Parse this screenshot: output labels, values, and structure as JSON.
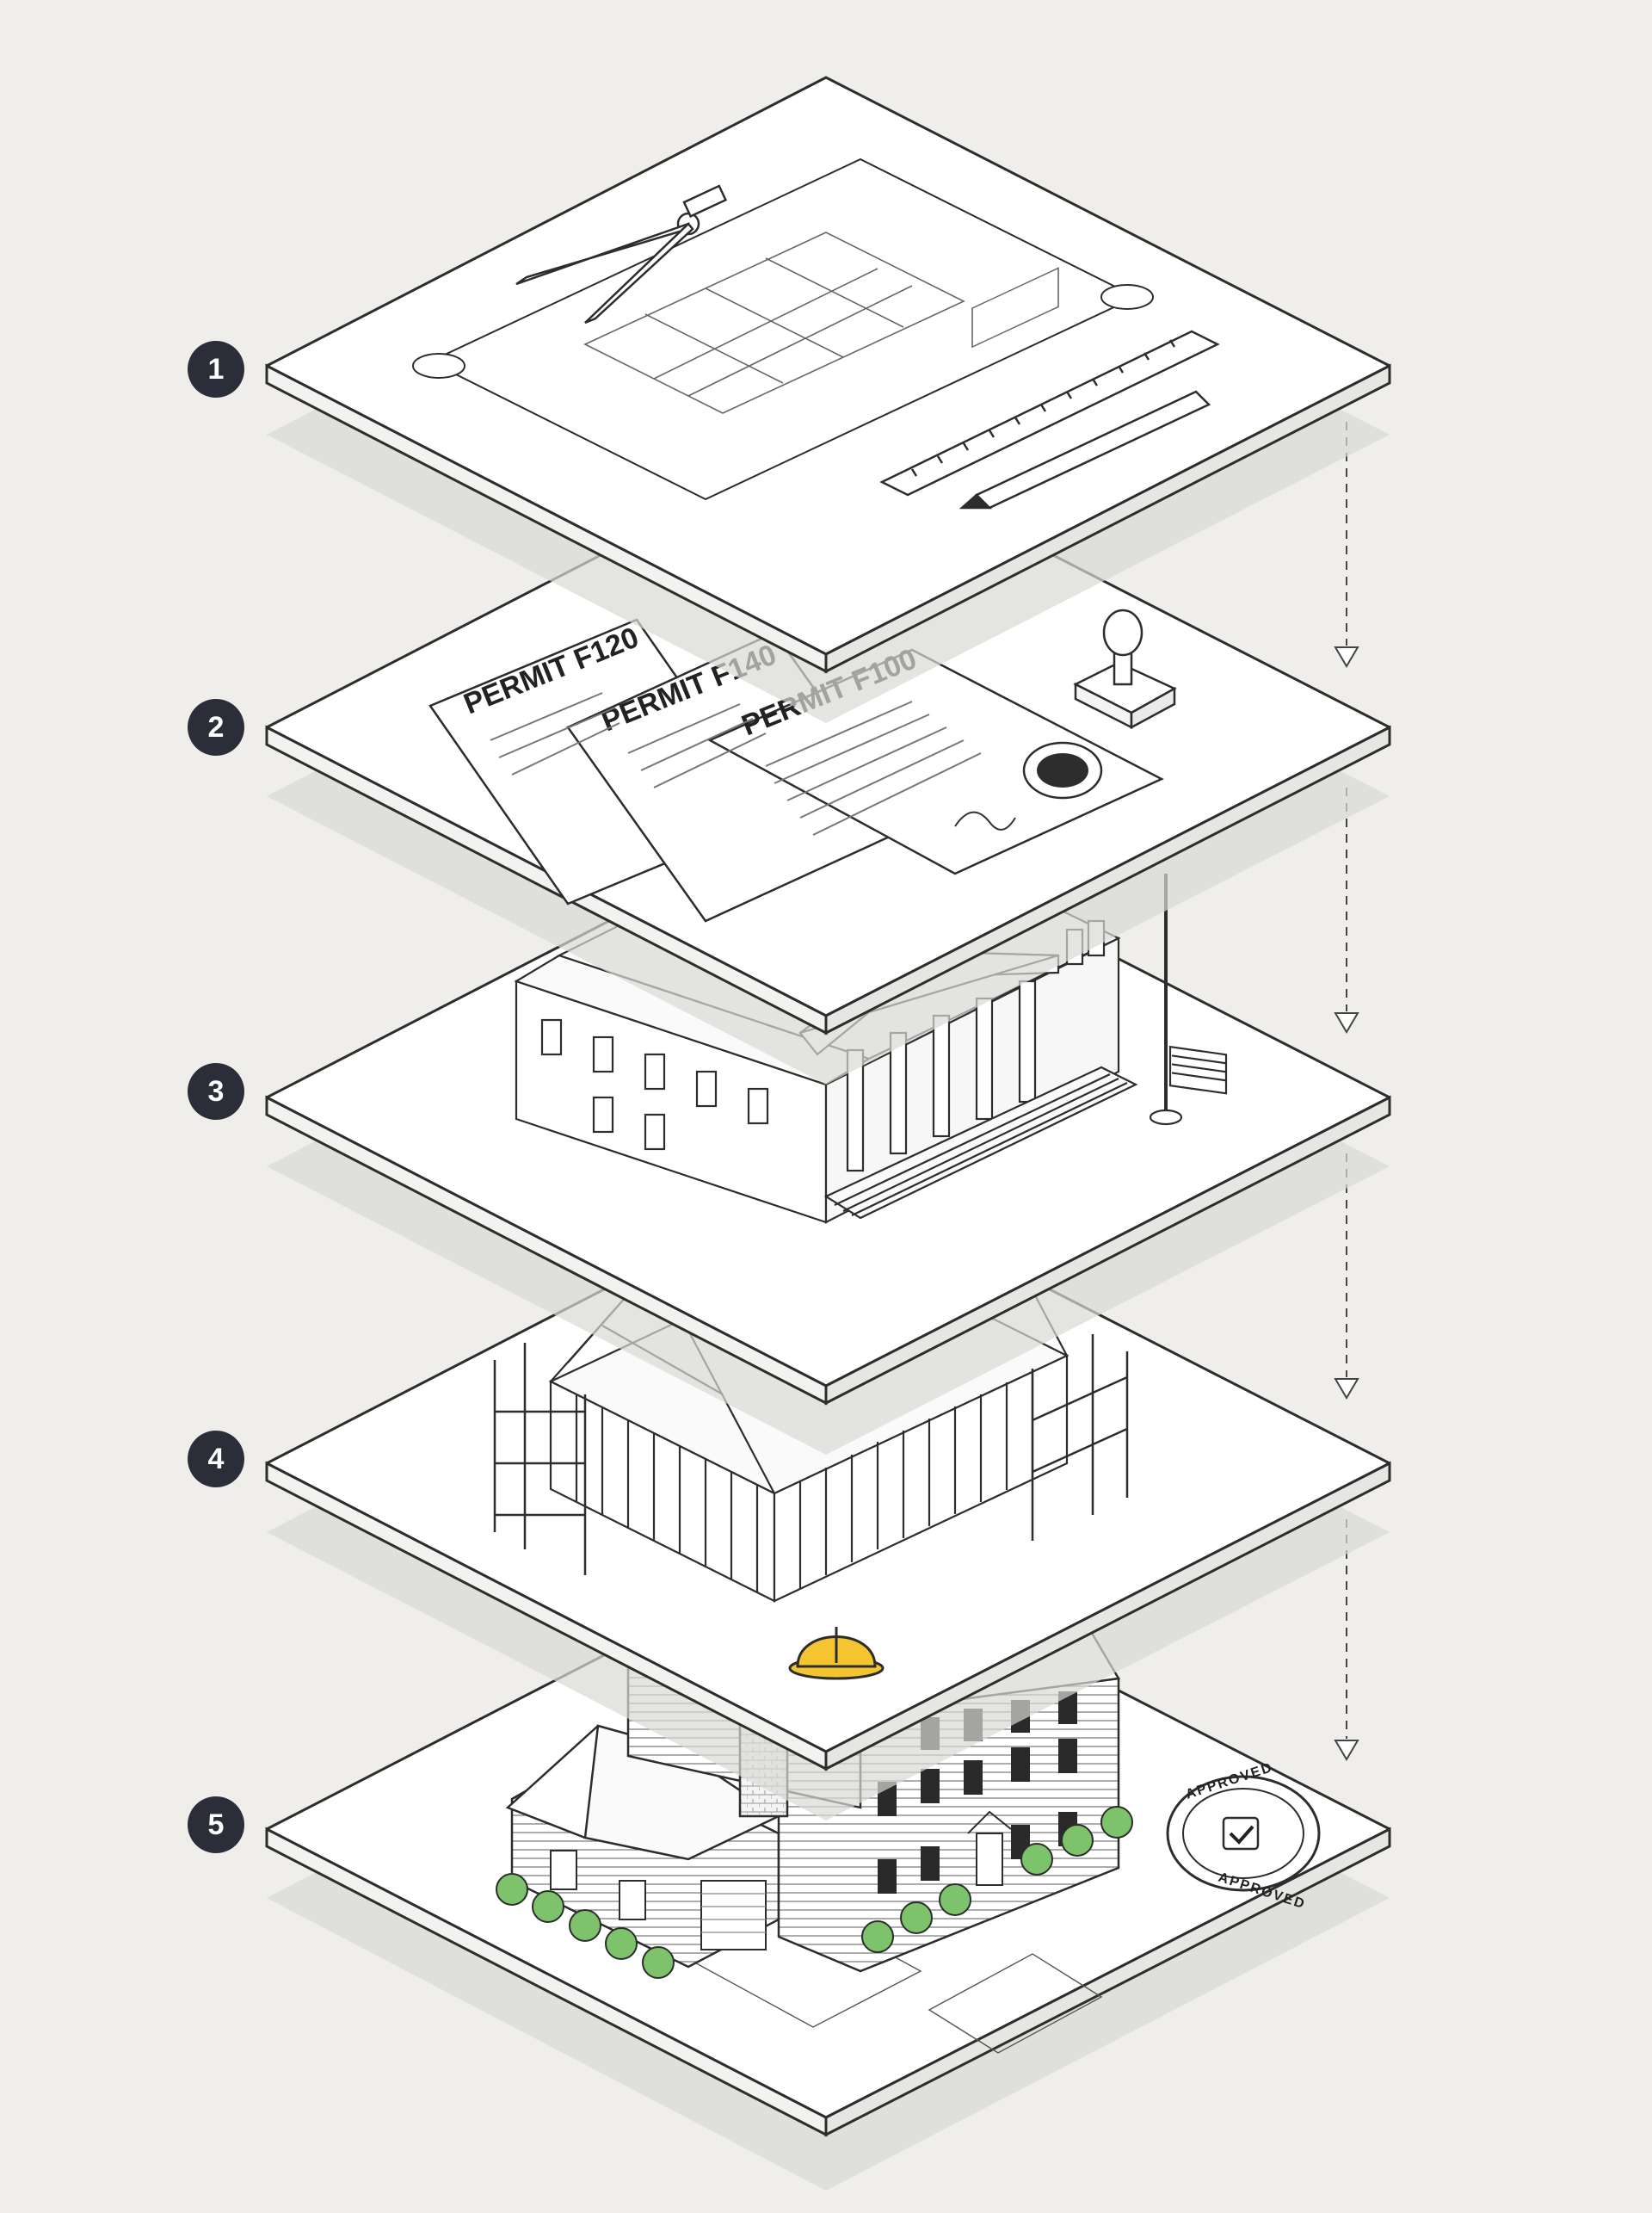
{
  "steps": [
    {
      "number": "1",
      "icon": "blueprint-icon"
    },
    {
      "number": "2",
      "icon": "permit-documents-icon"
    },
    {
      "number": "3",
      "icon": "government-building-icon"
    },
    {
      "number": "4",
      "icon": "house-framing-icon"
    },
    {
      "number": "5",
      "icon": "finished-house-icon"
    }
  ],
  "permits": [
    "PERMIT F120",
    "PERMIT F140",
    "PERMIT F100"
  ],
  "approved_stamp": {
    "text": "APPROVED"
  },
  "colors": {
    "background": "#efeeea",
    "badge": "#2b2d38",
    "hardhat": "#f5c531",
    "shrub": "#7cc36b",
    "line": "#2d2d2d"
  }
}
